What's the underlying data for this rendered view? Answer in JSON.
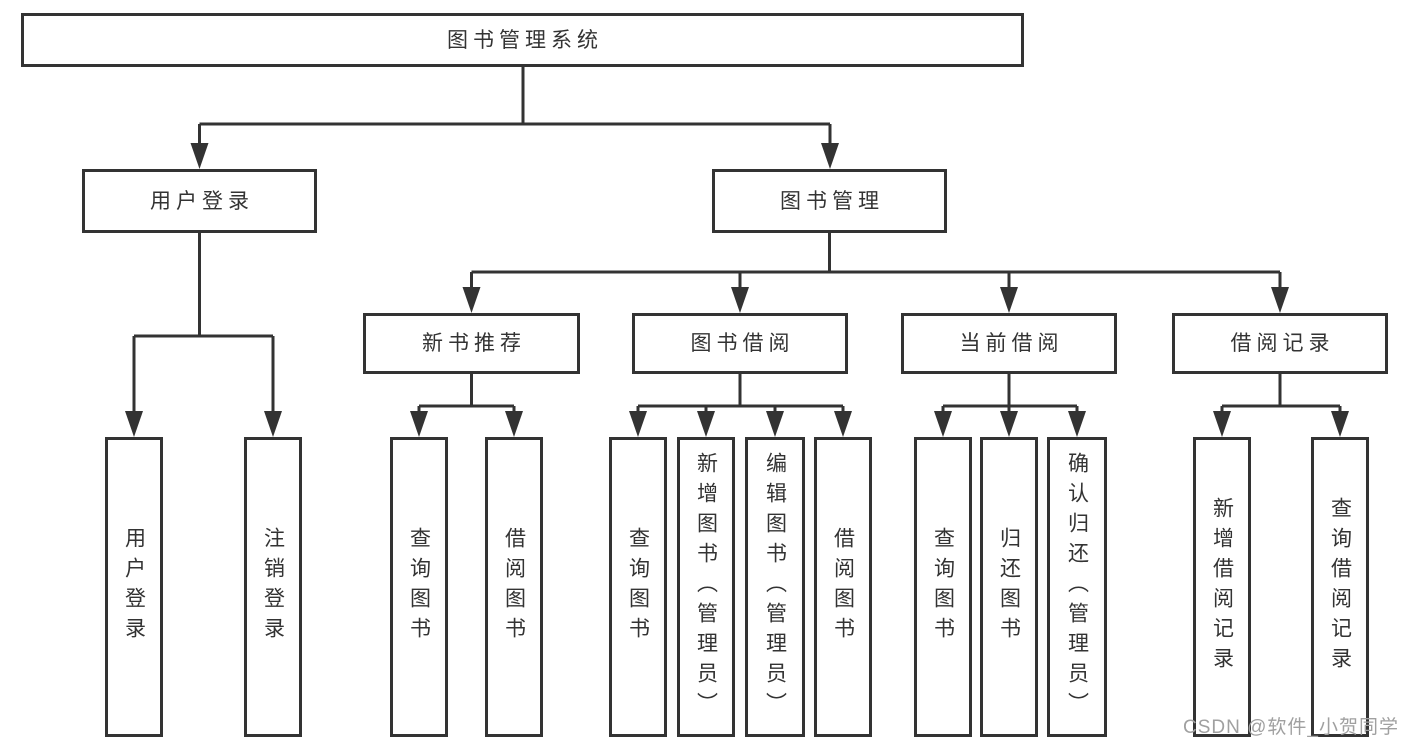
{
  "diagram_title": "图书管理系统",
  "tree": {
    "label": "图书管理系统",
    "children": [
      {
        "label": "用户登录",
        "children": [
          {
            "label": "用户登录"
          },
          {
            "label": "注销登录"
          }
        ]
      },
      {
        "label": "图书管理",
        "children": [
          {
            "label": "新书推荐",
            "children": [
              {
                "label": "查询图书"
              },
              {
                "label": "借阅图书"
              }
            ]
          },
          {
            "label": "图书借阅",
            "children": [
              {
                "label": "查询图书"
              },
              {
                "label": "新增图书（管理员）"
              },
              {
                "label": "编辑图书（管理员）"
              },
              {
                "label": "借阅图书"
              }
            ]
          },
          {
            "label": "当前借阅",
            "children": [
              {
                "label": "查询图书"
              },
              {
                "label": "归还图书"
              },
              {
                "label": "确认归还（管理员）"
              }
            ]
          },
          {
            "label": "借阅记录",
            "children": [
              {
                "label": "新增借阅记录"
              },
              {
                "label": "查询借阅记录"
              }
            ]
          }
        ]
      }
    ]
  },
  "watermark": "CSDN @软件_小贺同学",
  "colors": {
    "line": "#333333",
    "text": "#333333",
    "box_background": "#ffffff",
    "watermark": "#a0a0a0",
    "page_background": "#ffffff"
  }
}
